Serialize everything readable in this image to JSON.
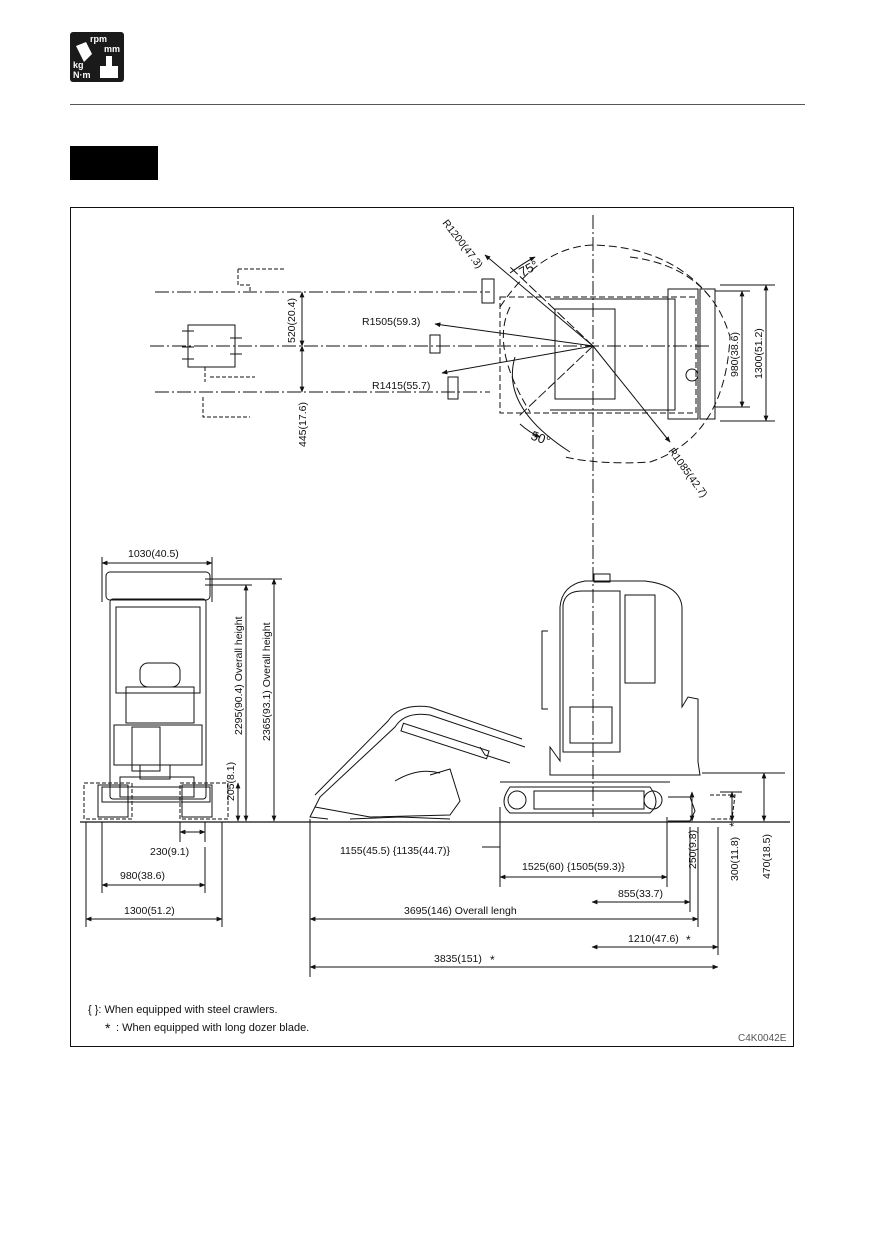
{
  "header": {
    "icon_lines": [
      "rpm",
      "mm",
      "kg",
      "N·m"
    ],
    "icon_name": "specifications-icon"
  },
  "drawing": {
    "top_view": {
      "radius_1": "R1200(47.3)",
      "radius_2": "R1505(59.3)",
      "radius_3": "R1415(55.7)",
      "radius_4": "R1085(42.7)",
      "angle_1": "75°",
      "angle_2": "50°",
      "offset_1": "520(20.4)",
      "offset_2": "445(17.6)",
      "width_1": "980(38.6)",
      "width_2": "1300(51.2)"
    },
    "front_view": {
      "width_top": "1030(40.5)",
      "height_1": "2295(90.4) Overall height",
      "height_2": "2365(93.1) Overall height",
      "ground_clearance": "205(8.1)",
      "gap": "230(9.1)",
      "track_width": "980(38.6)",
      "overall_width": "1300(51.2)"
    },
    "side_view": {
      "dim_1155": "1155(45.5)  {1135(44.7)}",
      "dim_1525": "1525(60)  {1505(59.3)}",
      "dim_855": "855(33.7)",
      "overall_length": "3695(146) Overall lengh",
      "dim_1210": "1210(47.6)",
      "dim_3835": "3835(151)",
      "dim_250": "250(9.8)",
      "dim_300": "300(11.8)",
      "dim_470": "470(18.5)",
      "asterisk": "*"
    },
    "notes": {
      "steel_crawlers": "{  }: When equipped with steel crawlers.",
      "long_blade": ": When equipped with long dozer blade.",
      "asterisk": "*"
    },
    "figure_code": "C4K0042E"
  }
}
